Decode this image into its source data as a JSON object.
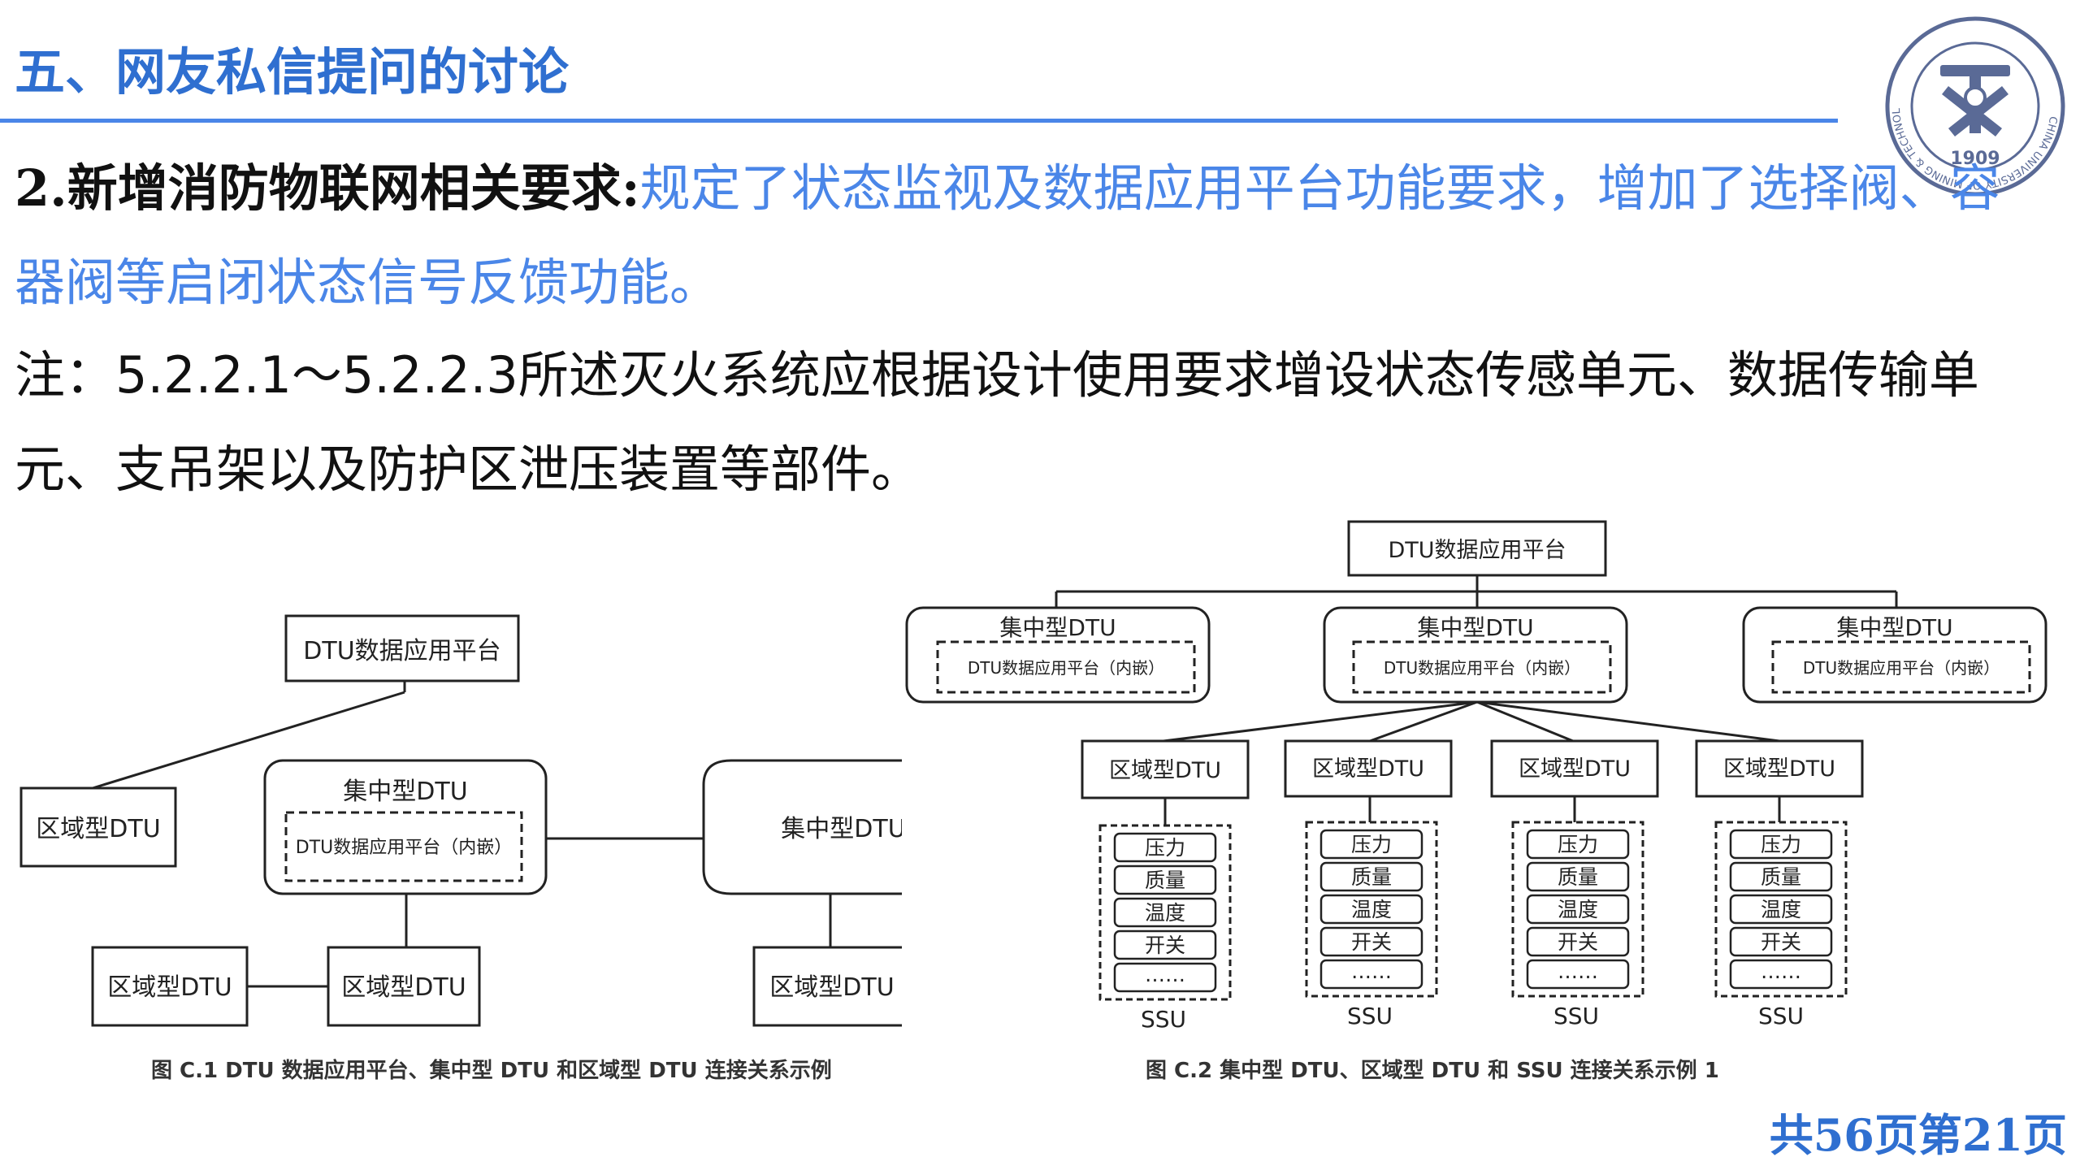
{
  "header": {
    "title": "五、网友私信提问的讨论",
    "footer": "共56页第21页"
  },
  "body": {
    "point_lead": "2.新增消防物联网相关要求:",
    "point_text_line1": "规定了状态监视及数据应用平台功能要求，增加了选择阀、容",
    "point_text_line2": "器阀等启闭状态信号反馈功能。",
    "note_line1": " 注：5.2.2.1～5.2.2.3所述灭火系统应根据设计使用要求增设状态传感单元、数据传输单",
    "note_line2": "元、支吊架以及防护区泄压装置等部件。"
  },
  "logo": {
    "year": "1909",
    "text": "CHINA UNIVERSITY OF MINING & TECHNOLOGY"
  },
  "figure1": {
    "top_node": "DTU数据应用平台",
    "central_node": "集中型DTU",
    "central_inner": "DTU数据应用平台（内嵌）",
    "left_node": "区域型DTU",
    "right_node": "集中型DTU",
    "bottom_left": "区域型DTU",
    "bottom_mid": "区域型DTU",
    "bottom_right": "区域型DTU",
    "caption": "图 C.1   DTU 数据应用平台、集中型 DTU 和区域型 DTU 连接关系示例"
  },
  "figure2": {
    "top_node": "DTU数据应用平台",
    "central_nodes": [
      {
        "label": "集中型DTU",
        "inner": "DTU数据应用平台（内嵌）"
      },
      {
        "label": "集中型DTU",
        "inner": "DTU数据应用平台（内嵌）"
      },
      {
        "label": "集中型DTU",
        "inner": "DTU数据应用平台（内嵌）"
      }
    ],
    "regional_nodes": [
      "区域型DTU",
      "区域型DTU",
      "区域型DTU",
      "区域型DTU"
    ],
    "ssu_items": [
      "压力",
      "质量",
      "温度",
      "开关",
      "……"
    ],
    "ssu_label": "SSU",
    "caption": "图 C.2   集中型 DTU、区域型 DTU 和 SSU 连接关系示例 1"
  }
}
